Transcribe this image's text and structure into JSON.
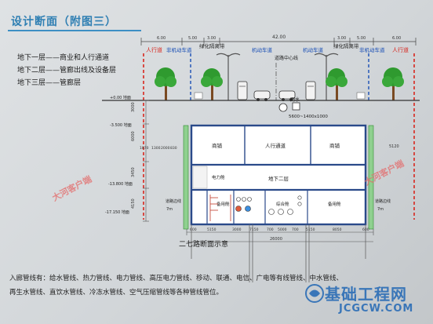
{
  "title": "设计断面（附图三）",
  "legend": [
    "地下一层——商业和人行通道",
    "地下二层——管廊出线及设备层",
    "地下三层——管廊层"
  ],
  "surface_labels": {
    "sidewalk_left": "人行道",
    "nonmotor_left": "非机动车道",
    "green_left": "绿化隔离带",
    "motor_left": "机动车道",
    "center_line": "道路中心线",
    "motor_right": "机动车道",
    "green_right": "绿化隔离带",
    "nonmotor_right": "非机动车道",
    "sidewalk_right": "人行道"
  },
  "top_dims": [
    "6.00",
    "5.00",
    "3.00",
    "42.00",
    "3.00",
    "5.00",
    "6.00"
  ],
  "rain_pipe": "雨水",
  "rain_pipe_size": "5600~1400x1000",
  "elevations": [
    "+0.00 地面",
    "-3.500 地面",
    "-13.800 地面",
    "-17.150 地面"
  ],
  "left_dims": [
    "3000",
    "6000",
    "1870",
    "1300",
    "2000",
    "830",
    "3450",
    "4150"
  ],
  "right_dim": "5120",
  "floor_labels": {
    "shop_left": "商铺",
    "walkway": "人行通道",
    "shop_right": "商铺",
    "b2": "地下二层",
    "power_cabin": "电力舱",
    "pipe_left": "备用舱",
    "pipe_mid": "综合舱",
    "pipe_right": "备用舱",
    "road_left": "道路边线",
    "road_right": "道路边线"
  },
  "side_texts": [
    "道路边线",
    "7m",
    "7m"
  ],
  "bottom_dims": [
    "600",
    "5150",
    "3000",
    "7150",
    "700",
    "5000",
    "700",
    "5150",
    "8050",
    "600"
  ],
  "bottom_total": "26000",
  "caption": "二七路断面示意",
  "pipeline_lines": [
    "入廊管线有：给水管线、热力管线、电力管线、高压电力管线、移动、联通、电信、广电等有线管线、中水管线、",
    "再生水管线、直饮水管线、冷冻水管线、空气压缩管线等各种管线管位。"
  ],
  "watermark": "大河客户端",
  "logo": {
    "cn": "基础工程网",
    "en": "JCGCW.COM"
  },
  "colors": {
    "title": "#2f7fb3",
    "accent_blue": "#1a4fb5",
    "accent_red": "#d8261e",
    "tree": "#2f9a2f",
    "wall": "#2a4a8a"
  }
}
